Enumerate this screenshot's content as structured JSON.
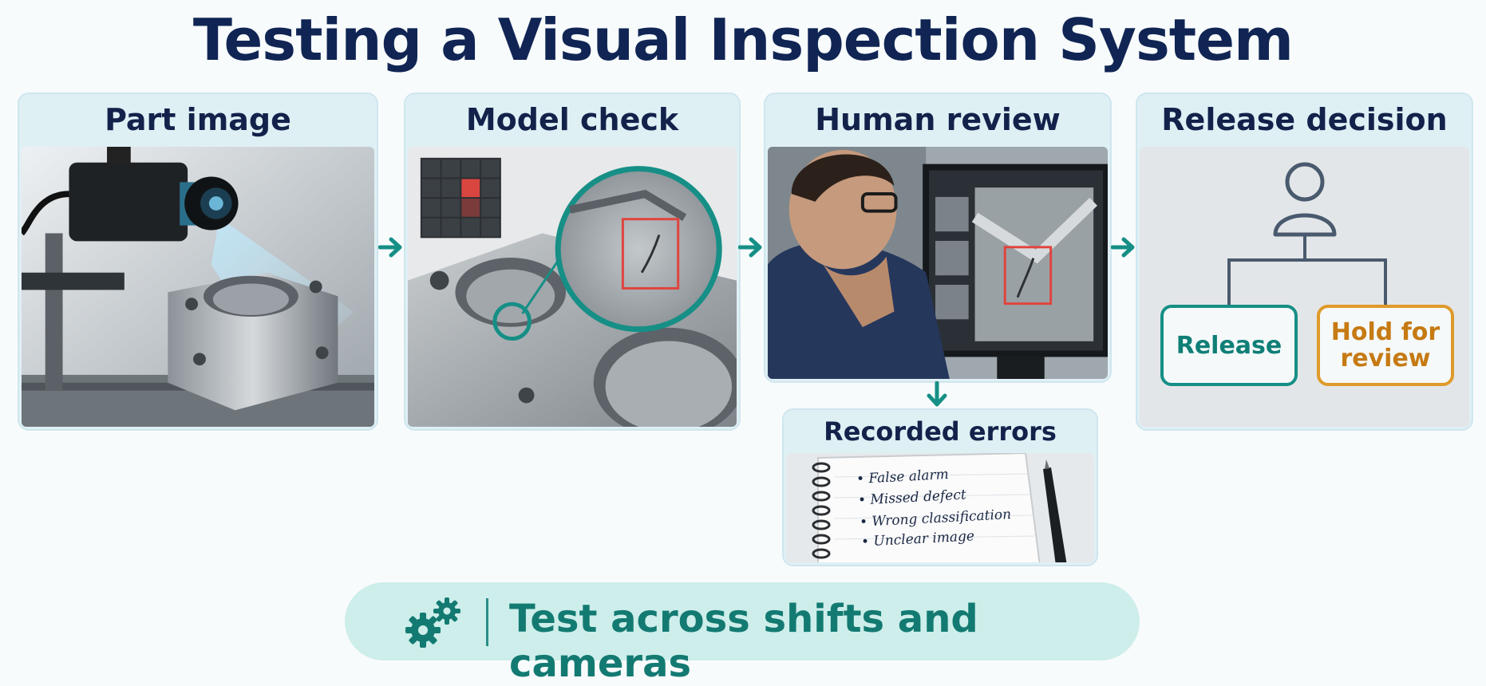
{
  "title": "Testing a Visual Inspection System",
  "colors": {
    "accent": "#168f86",
    "hold": "#de9a2a",
    "navy": "#102554",
    "panel_bg": "#dff0f5",
    "banner_bg": "#cdeeea"
  },
  "panels": {
    "part_image": {
      "title": "Part image"
    },
    "model_check": {
      "title": "Model check"
    },
    "human_review": {
      "title": "Human review"
    },
    "release_decision": {
      "title": "Release decision",
      "icon": "person-icon",
      "options": {
        "release": "Release",
        "hold": "Hold for review"
      }
    },
    "recorded_errors": {
      "title": "Recorded errors",
      "items": [
        "False alarm",
        "Missed defect",
        "Wrong classification",
        "Unclear image"
      ]
    }
  },
  "banner": {
    "icon": "gears-icon",
    "text": "Test across shifts and cameras"
  }
}
